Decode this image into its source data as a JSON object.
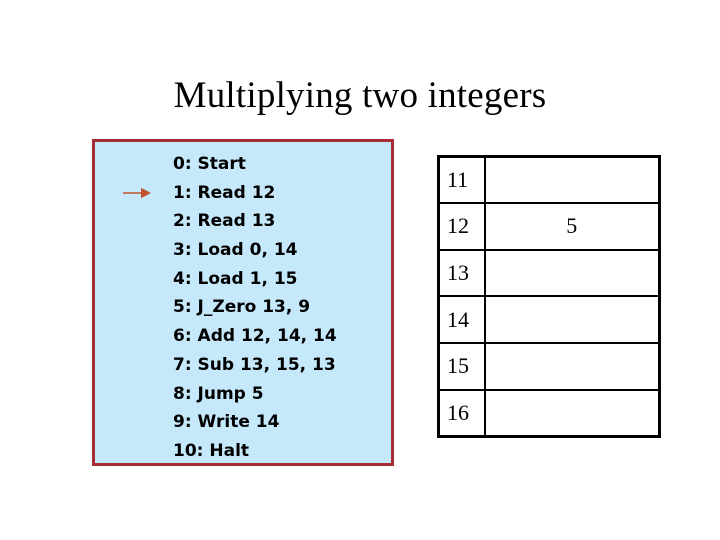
{
  "slide": {
    "title": "Multiplying two integers",
    "background_color": "#ffffff"
  },
  "program_panel": {
    "background_color": "#c5e8fa",
    "border_color": "#a62c35",
    "pointer": {
      "icon": "right-arrow-icon",
      "color": "#c2522f",
      "points_at_line_index": 1
    },
    "lines": [
      {
        "label": "0: Start"
      },
      {
        "label": "1: Read 12"
      },
      {
        "label": "2: Read 13"
      },
      {
        "label": "3: Load 0, 14"
      },
      {
        "label": "4: Load 1, 15"
      },
      {
        "label": "5: J_Zero 13, 9"
      },
      {
        "label": "6: Add 12, 14, 14"
      },
      {
        "label": "7: Sub 13, 15, 13"
      },
      {
        "label": "8: Jump 5"
      },
      {
        "label": "9: Write 14"
      },
      {
        "label": "10: Halt"
      }
    ]
  },
  "memory_table": {
    "border_color": "#000000",
    "rows": [
      {
        "address": "11",
        "value": ""
      },
      {
        "address": "12",
        "value": "5"
      },
      {
        "address": "13",
        "value": ""
      },
      {
        "address": "14",
        "value": ""
      },
      {
        "address": "15",
        "value": ""
      },
      {
        "address": "16",
        "value": ""
      }
    ]
  }
}
